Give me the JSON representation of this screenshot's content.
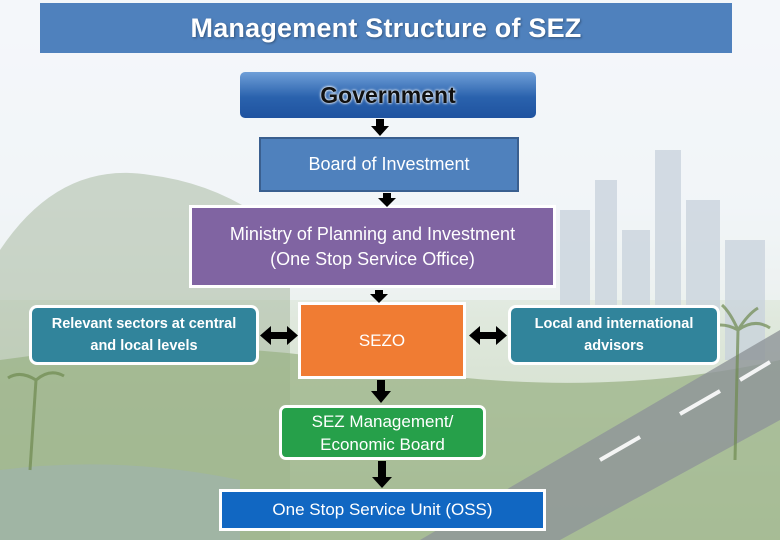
{
  "title": "Management Structure of SEZ",
  "nodes": {
    "government": "Government",
    "board_of_investment": "Board of Investment",
    "ministry_line1": "Ministry of Planning and Investment",
    "ministry_line2": "(One Stop Service Office)",
    "relevant_line1": "Relevant sectors at central",
    "relevant_line2": "and local levels",
    "sezo": "SEZO",
    "advisors_line1": "Local and international",
    "advisors_line2": "advisors",
    "management_line1": "SEZ Management/",
    "management_line2": "Economic Board",
    "oss": "One Stop Service Unit (OSS)"
  },
  "colors": {
    "title_bar": "#4f81bd",
    "government": "#2a62ad",
    "board_of_investment": "#4f81bd",
    "ministry": "#8064a2",
    "sezo": "#f07c33",
    "side_boxes": "#31849b",
    "management": "#26a04a",
    "oss": "#1167c2"
  }
}
